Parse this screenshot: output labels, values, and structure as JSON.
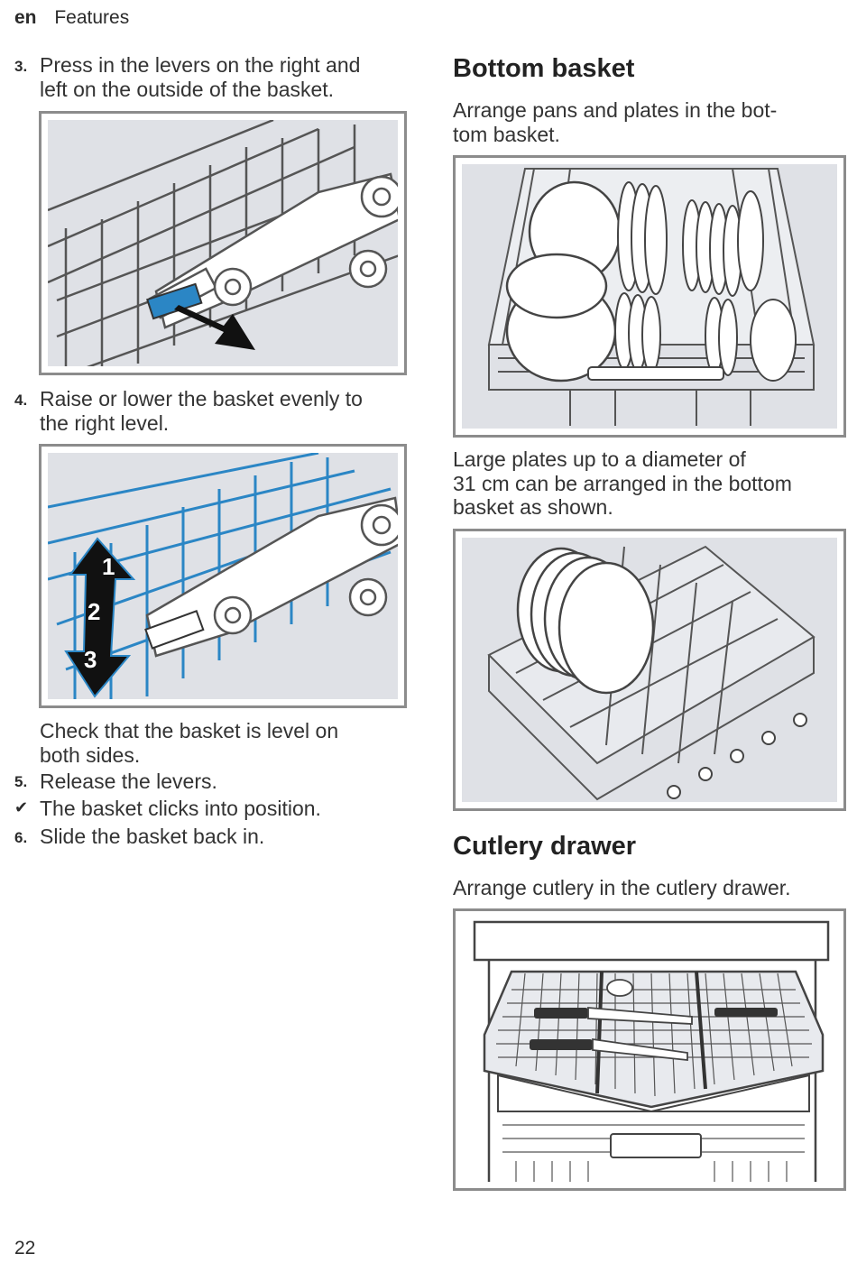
{
  "header": {
    "lang": "en",
    "section": "Features"
  },
  "left": {
    "step3": {
      "num": "3.",
      "line1": "Press in the levers on the right and",
      "line2": "left on the outside of the basket."
    },
    "step4": {
      "num": "4.",
      "line1": "Raise or lower the basket evenly to",
      "line2": "the right level."
    },
    "check_text": {
      "line1": "Check that the basket is level on",
      "line2": "both sides."
    },
    "step5": {
      "num": "5.",
      "text": "Release the levers."
    },
    "result": {
      "text": "The basket clicks into position."
    },
    "step6": {
      "num": "6.",
      "text": "Slide the basket back in."
    },
    "level_labels": [
      "1",
      "2",
      "3"
    ]
  },
  "right": {
    "bottom_basket": {
      "heading": "Bottom basket",
      "intro_line1": "Arrange pans and plates in the bot-",
      "intro_line2": "tom basket.",
      "large_line1": "Large plates up to a diameter of",
      "large_line2": "31 cm can be arranged in the bottom",
      "large_line3": "basket as shown."
    },
    "cutlery_drawer": {
      "heading": "Cutlery drawer",
      "intro": "Arrange cutlery in the cutlery drawer."
    }
  },
  "page_number": "22",
  "colors": {
    "accent_blue": "#2b86c5",
    "figure_bg": "#dfe1e6",
    "frame": "#8c8c8c"
  }
}
